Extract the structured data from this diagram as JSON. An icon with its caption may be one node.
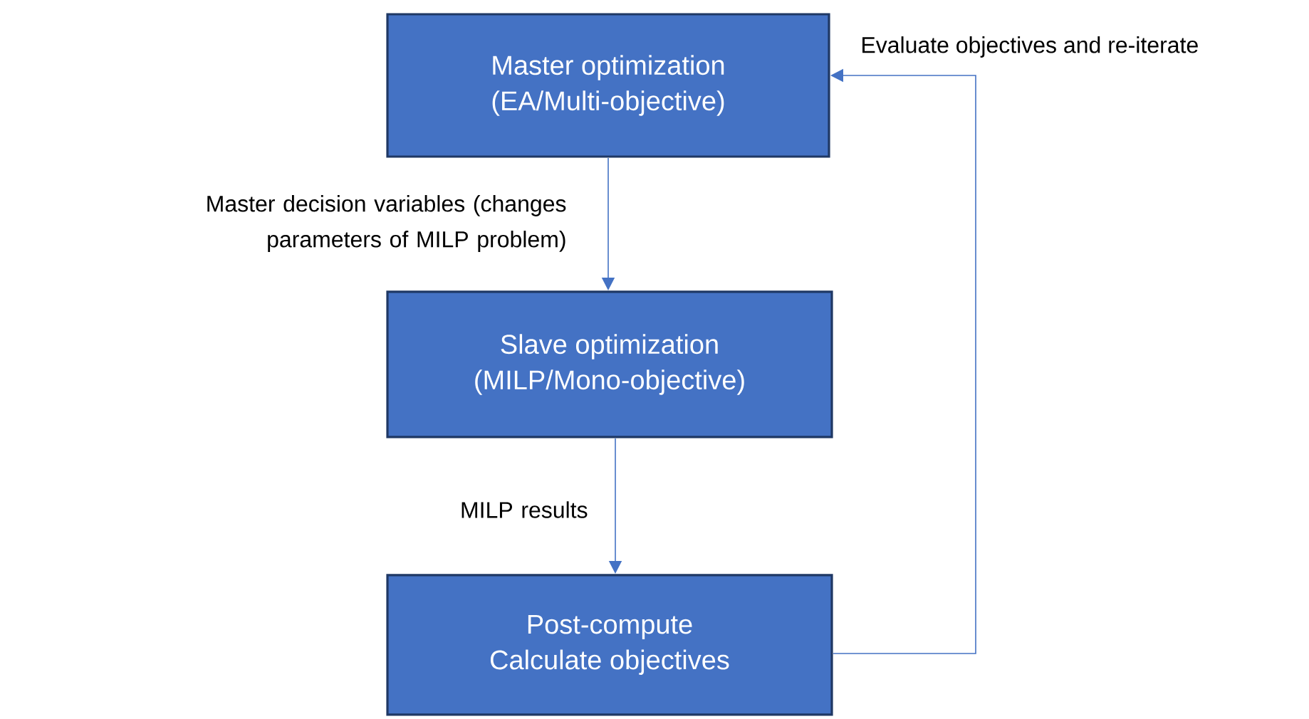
{
  "diagram": {
    "nodes": [
      {
        "text": [
          "Master optimization",
          "(EA/Multi-objective)"
        ]
      },
      {
        "text": [
          "Slave optimization",
          "(MILP/Mono-objective)"
        ]
      },
      {
        "text": [
          "Post-compute",
          "Calculate objectives"
        ]
      }
    ],
    "edges": [
      {
        "from": 0,
        "to": 1,
        "arrow": "to",
        "label": "Master decision variables (changes parameters of MILP problem)"
      },
      {
        "from": 1,
        "to": 2,
        "arrow": "to",
        "label": "MILP results"
      },
      {
        "from": 2,
        "to": 0,
        "arrow": "to",
        "label": "Evaluate objectives and re-iterate"
      }
    ]
  }
}
